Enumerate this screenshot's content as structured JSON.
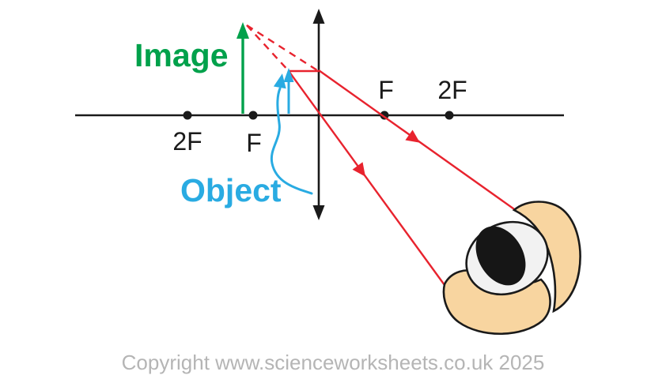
{
  "diagram": {
    "image_label": "Image",
    "object_label": "Object",
    "focal_labels": {
      "left_2f": "2F",
      "left_f": "F",
      "right_f": "F",
      "right_2f": "2F"
    }
  },
  "footer": {
    "copyright_text": "Copyright www.scienceworksheets.co.uk 2025"
  },
  "colors": {
    "axis_black": "#1a1a1a",
    "image_green": "#00a14b",
    "object_cyan": "#29abe2",
    "ray_red": "#e8232e",
    "eye_skin": "#f8d5a0",
    "eye_sclera": "#f2f2f2",
    "eye_pupil": "#161616",
    "copyright_gray": "#b5b5b5"
  }
}
